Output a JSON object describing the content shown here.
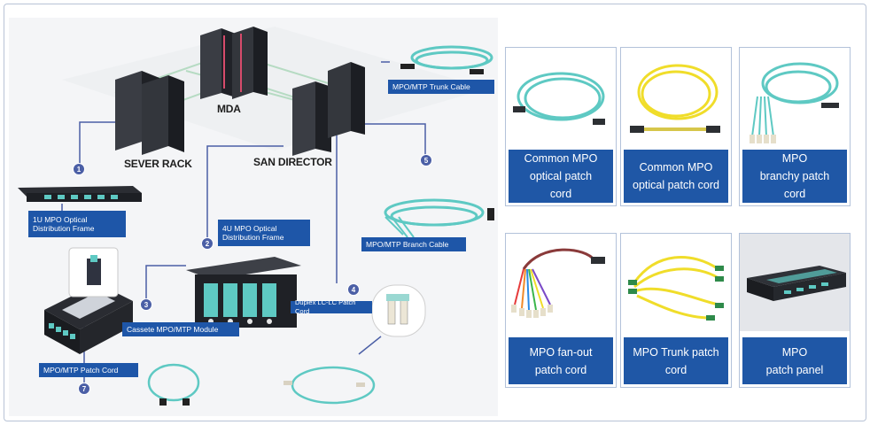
{
  "diagram": {
    "nodes": {
      "mda": "MDA",
      "sever_rack": "SEVER RACK",
      "san_director": "SAN DIRECTOR"
    },
    "labels": {
      "trunk_cable": "MPO/MTP Trunk Cable",
      "odf_1u": "1U MPO Optical\nDistribution Frame",
      "odf_4u": "4U MPO Optical\nDistribution Frame",
      "branch_cable": "MPO/MTP Branch Cable",
      "duplex_lc": "Duplex LC-LC Patch Cord",
      "cassette": "Cassete MPO/MTP Module",
      "patch_cord": "MPO/MTP  Patch Cord"
    },
    "markers": [
      "1",
      "2",
      "3",
      "4",
      "5",
      "7"
    ]
  },
  "products": [
    {
      "caption": "Common MPO\noptical patch\ncord",
      "icon": "aqua-mpo-patch-cord"
    },
    {
      "caption": "Common MPO\noptical patch cord",
      "icon": "yellow-mpo-patch-cord"
    },
    {
      "caption": "MPO\nbranchy patch\ncord",
      "icon": "aqua-branch-cord"
    },
    {
      "caption": "MPO fan-out\npatch cord",
      "icon": "fanout-cord"
    },
    {
      "caption": "MPO Trunk patch\ncord",
      "icon": "yellow-trunk-cord"
    },
    {
      "caption": "MPO\npatch panel",
      "icon": "patch-panel"
    }
  ],
  "colors": {
    "label_blue": "#1e56a8",
    "aqua_fiber": "#5ec9c3",
    "yellow_fiber": "#f0dd2a",
    "line": "#4b5fa6"
  }
}
